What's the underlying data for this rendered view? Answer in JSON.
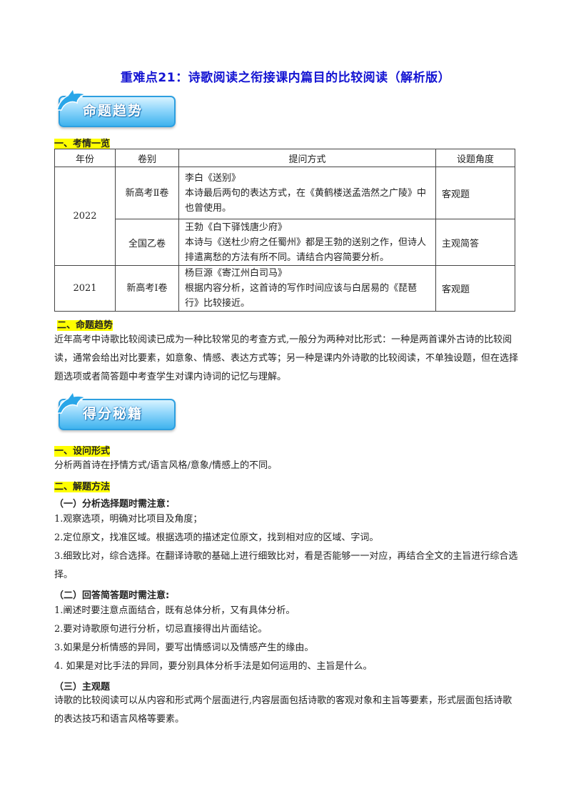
{
  "title": "重难点21：诗歌阅读之衔接课内篇目的比较阅读（解析版）",
  "banner1": "命题趋势",
  "banner2": "得分秘籍",
  "sec1_heading": "一、考情一览",
  "table": {
    "headers": [
      "年份",
      "卷别",
      "提问方式",
      "设题角度"
    ],
    "year_2022": "2022",
    "year_2021": "2021",
    "r1_paper": "新高考Ⅱ卷",
    "r1_q1": "李白《送别》",
    "r1_q2": "本诗最后两句的表达方式，在《黄鹤楼送孟浩然之广陵》中也曾使用。",
    "r1_angle": "客观题",
    "r2_paper": "全国乙卷",
    "r2_q1": "王勃《白下驿饯唐少府》",
    "r2_q2": "本诗与《送杜少府之任蜀州》都是王勃的送别之作，但诗人排遣离愁的方法有所不同。请结合内容简要分析。",
    "r2_angle": "主观简答",
    "r3_paper": "新高考Ⅰ卷",
    "r3_q1": "杨巨源《寄江州白司马》",
    "r3_q2": "根据内容分析，这首诗的写作时间应该与白居易的《琵琶行》比较接近。",
    "r3_angle": "客观题"
  },
  "sec2_heading": "二、命题趋势",
  "sec2_text": "近年高考中诗歌比较阅读已成为一种比较常见的考查方式,一般分为两种对比形式：一种是两首课外古诗的比较阅读，通常会给出对比要素，如意象、情感、表达方式等；另一种是课内外诗歌的比较阅读，不单独设题，但在选择题选项或者简答题中考查学生对课内诗词的记忆与理解。",
  "s1_heading": "一、设问形式",
  "s1_text": "分析两首诗在抒情方式/语言风格/意象/情感上的不同。",
  "s2_heading": "二、解题方法",
  "sub1": "（一）分析选择题时需注意：",
  "sub1_items": [
    "1.观察选项，明确对比项目及角度；",
    "2.定位原文，找准区域。根据选项的描述定位原文，找到相对应的区域、字词。",
    "3.细致比对，综合选择。在翻译诗歌的基础上进行细致比对，看是否能够一一对应，再结合全文的主旨进行综合选择。"
  ],
  "sub2": "（二）回答简答题时需注意:",
  "sub2_items": [
    "1.阐述时要注意点面结合，既有总体分析，又有具体分析。",
    "2.要对诗歌原句进行分析，切忌直接得出片面结论。",
    "3.如果是分析情感的异同，要写出情感词以及情感产生的缘由。",
    "4. 如果是对比手法的异同，要分别具体分析手法是如何运用的、主旨是什么。"
  ],
  "sub3": "（三）主观题",
  "sub3_text": "诗歌的比较阅读可以从内容和形式两个层面进行,内容层面包括诗歌的客观对象和主旨等要素，形式层面包括诗歌的表达技巧和语言风格等要素。"
}
